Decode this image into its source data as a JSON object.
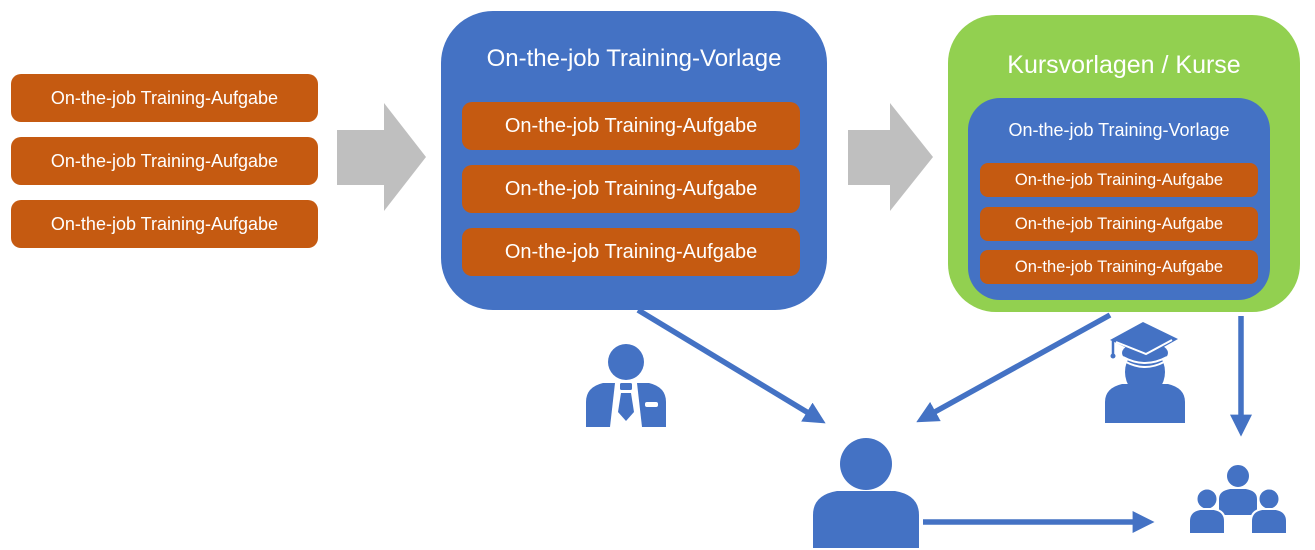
{
  "diagram": {
    "left_tasks": [
      "On-the-job Training-Aufgabe",
      "On-the-job Training-Aufgabe",
      "On-the-job Training-Aufgabe"
    ],
    "template_panel": {
      "title": "On-the-job Training-Vorlage",
      "tasks": [
        "On-the-job Training-Aufgabe",
        "On-the-job Training-Aufgabe",
        "On-the-job Training-Aufgabe"
      ]
    },
    "course_panel": {
      "title": "Kursvorlagen / Kurse",
      "template": {
        "title": "On-the-job Training-Vorlage",
        "tasks": [
          "On-the-job Training-Aufgabe",
          "On-the-job Training-Aufgabe",
          "On-the-job Training-Aufgabe"
        ]
      }
    },
    "icons": {
      "flow_arrows": [
        "right-block-arrow-icon",
        "right-block-arrow-icon"
      ],
      "people": [
        "businessman-icon",
        "graduate-icon",
        "person-icon",
        "group-icon"
      ]
    },
    "colors": {
      "task_orange": "#C55A11",
      "panel_blue": "#4472C4",
      "panel_green": "#92D050",
      "flow_gray": "#BFBFBF",
      "text": "#FFFFFF"
    }
  }
}
